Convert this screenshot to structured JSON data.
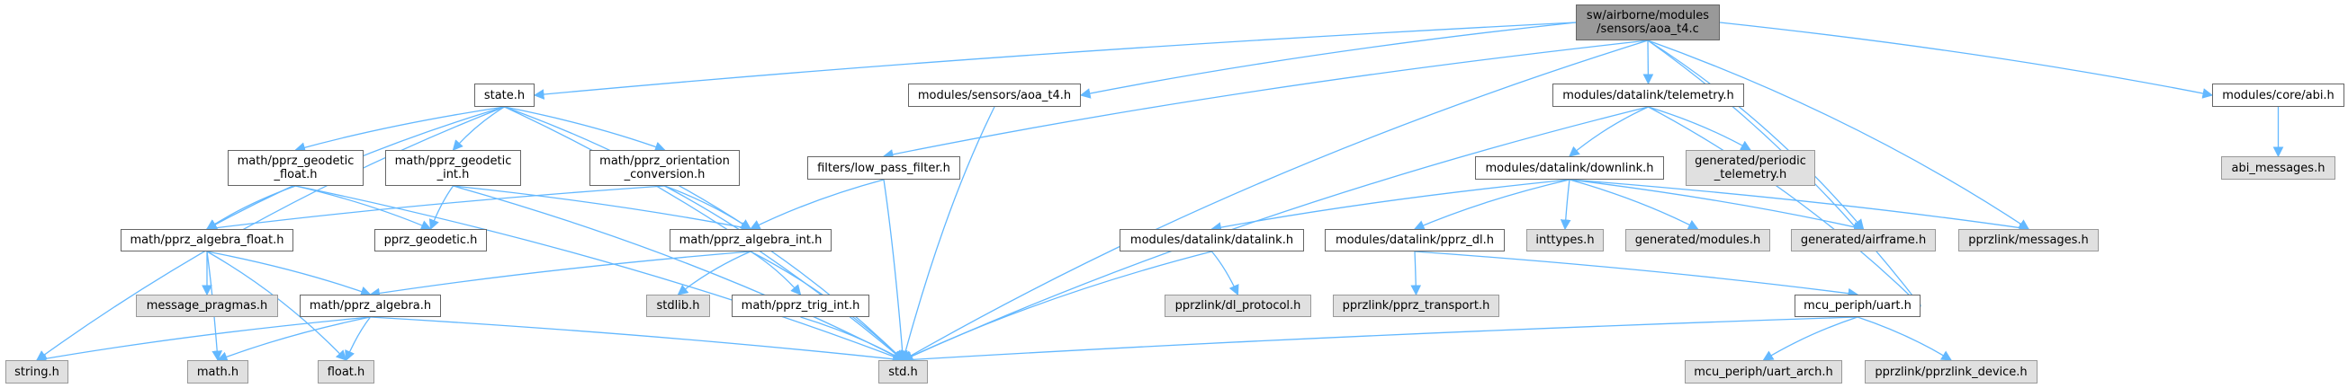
{
  "colors": {
    "edge": "#63b8ff",
    "root_fill": "#999999",
    "external_fill": "#e0e0e0",
    "node_fill": "#ffffff"
  },
  "nodes": {
    "root": {
      "label": [
        "sw/airborne/modules",
        "/sensors/aoa_t4.c"
      ],
      "kind": "root"
    },
    "state": {
      "label": [
        "state.h"
      ],
      "kind": "doc"
    },
    "aoa_t4_h": {
      "label": [
        "modules/sensors/aoa_t4.h"
      ],
      "kind": "doc"
    },
    "telemetry": {
      "label": [
        "modules/datalink/telemetry.h"
      ],
      "kind": "doc"
    },
    "abi": {
      "label": [
        "modules/core/abi.h"
      ],
      "kind": "doc"
    },
    "geodetic_float": {
      "label": [
        "math/pprz_geodetic",
        "_float.h"
      ],
      "kind": "doc"
    },
    "geodetic_int": {
      "label": [
        "math/pprz_geodetic",
        "_int.h"
      ],
      "kind": "doc"
    },
    "orientation": {
      "label": [
        "math/pprz_orientation",
        "_conversion.h"
      ],
      "kind": "doc"
    },
    "low_pass": {
      "label": [
        "filters/low_pass_filter.h"
      ],
      "kind": "doc"
    },
    "downlink": {
      "label": [
        "modules/datalink/downlink.h"
      ],
      "kind": "doc"
    },
    "periodic": {
      "label": [
        "generated/periodic",
        "_telemetry.h"
      ],
      "kind": "ext"
    },
    "abi_messages": {
      "label": [
        "abi_messages.h"
      ],
      "kind": "ext"
    },
    "algebra_float": {
      "label": [
        "math/pprz_algebra_float.h"
      ],
      "kind": "doc"
    },
    "pprz_geodetic": {
      "label": [
        "pprz_geodetic.h"
      ],
      "kind": "doc"
    },
    "algebra_int": {
      "label": [
        "math/pprz_algebra_int.h"
      ],
      "kind": "doc"
    },
    "datalink": {
      "label": [
        "modules/datalink/datalink.h"
      ],
      "kind": "doc"
    },
    "pprz_dl": {
      "label": [
        "modules/datalink/pprz_dl.h"
      ],
      "kind": "doc"
    },
    "inttypes": {
      "label": [
        "inttypes.h"
      ],
      "kind": "ext"
    },
    "gen_modules": {
      "label": [
        "generated/modules.h"
      ],
      "kind": "ext"
    },
    "airframe": {
      "label": [
        "generated/airframe.h"
      ],
      "kind": "ext"
    },
    "messages": {
      "label": [
        "pprzlink/messages.h"
      ],
      "kind": "ext"
    },
    "message_pragmas": {
      "label": [
        "message_pragmas.h"
      ],
      "kind": "ext"
    },
    "algebra": {
      "label": [
        "math/pprz_algebra.h"
      ],
      "kind": "doc"
    },
    "stdlib": {
      "label": [
        "stdlib.h"
      ],
      "kind": "ext"
    },
    "trig_int": {
      "label": [
        "math/pprz_trig_int.h"
      ],
      "kind": "doc"
    },
    "dl_protocol": {
      "label": [
        "pprzlink/dl_protocol.h"
      ],
      "kind": "ext"
    },
    "pprz_transport": {
      "label": [
        "pprzlink/pprz_transport.h"
      ],
      "kind": "ext"
    },
    "uart": {
      "label": [
        "mcu_periph/uart.h"
      ],
      "kind": "doc"
    },
    "string": {
      "label": [
        "string.h"
      ],
      "kind": "ext"
    },
    "math": {
      "label": [
        "math.h"
      ],
      "kind": "ext"
    },
    "float": {
      "label": [
        "float.h"
      ],
      "kind": "ext"
    },
    "std": {
      "label": [
        "std.h"
      ],
      "kind": "ext"
    },
    "uart_arch": {
      "label": [
        "mcu_periph/uart_arch.h"
      ],
      "kind": "ext"
    },
    "pprzlink_device": {
      "label": [
        "pprzlink/pprzlink_device.h"
      ],
      "kind": "ext"
    }
  },
  "edges": [
    [
      "root",
      "state"
    ],
    [
      "root",
      "aoa_t4_h"
    ],
    [
      "root",
      "low_pass"
    ],
    [
      "root",
      "std"
    ],
    [
      "root",
      "telemetry"
    ],
    [
      "root",
      "airframe"
    ],
    [
      "root",
      "messages"
    ],
    [
      "root",
      "uart"
    ],
    [
      "root",
      "abi"
    ],
    [
      "state",
      "geodetic_float"
    ],
    [
      "state",
      "geodetic_int"
    ],
    [
      "state",
      "orientation"
    ],
    [
      "state",
      "algebra_float"
    ],
    [
      "state",
      "algebra_int"
    ],
    [
      "state",
      "string"
    ],
    [
      "state",
      "std"
    ],
    [
      "geodetic_float",
      "algebra_float"
    ],
    [
      "geodetic_float",
      "pprz_geodetic"
    ],
    [
      "geodetic_float",
      "std"
    ],
    [
      "geodetic_int",
      "pprz_geodetic"
    ],
    [
      "geodetic_int",
      "algebra_int"
    ],
    [
      "geodetic_int",
      "std"
    ],
    [
      "orientation",
      "algebra_float"
    ],
    [
      "orientation",
      "algebra_int"
    ],
    [
      "orientation",
      "std"
    ],
    [
      "algebra_float",
      "message_pragmas"
    ],
    [
      "algebra_float",
      "algebra"
    ],
    [
      "algebra_float",
      "math"
    ],
    [
      "algebra_float",
      "float"
    ],
    [
      "algebra_int",
      "algebra"
    ],
    [
      "algebra_int",
      "stdlib"
    ],
    [
      "algebra_int",
      "trig_int"
    ],
    [
      "algebra_int",
      "std"
    ],
    [
      "algebra",
      "string"
    ],
    [
      "algebra",
      "math"
    ],
    [
      "algebra",
      "float"
    ],
    [
      "algebra",
      "std"
    ],
    [
      "trig_int",
      "std"
    ],
    [
      "low_pass",
      "algebra_int"
    ],
    [
      "low_pass",
      "std"
    ],
    [
      "aoa_t4_h",
      "std"
    ],
    [
      "telemetry",
      "std"
    ],
    [
      "telemetry",
      "downlink"
    ],
    [
      "telemetry",
      "periodic"
    ],
    [
      "telemetry",
      "uart"
    ],
    [
      "downlink",
      "datalink"
    ],
    [
      "downlink",
      "pprz_dl"
    ],
    [
      "downlink",
      "inttypes"
    ],
    [
      "downlink",
      "gen_modules"
    ],
    [
      "downlink",
      "airframe"
    ],
    [
      "downlink",
      "messages"
    ],
    [
      "datalink",
      "dl_protocol"
    ],
    [
      "datalink",
      "std"
    ],
    [
      "pprz_dl",
      "pprz_transport"
    ],
    [
      "pprz_dl",
      "uart"
    ],
    [
      "uart",
      "std"
    ],
    [
      "uart",
      "uart_arch"
    ],
    [
      "uart",
      "pprzlink_device"
    ],
    [
      "abi",
      "abi_messages"
    ]
  ]
}
